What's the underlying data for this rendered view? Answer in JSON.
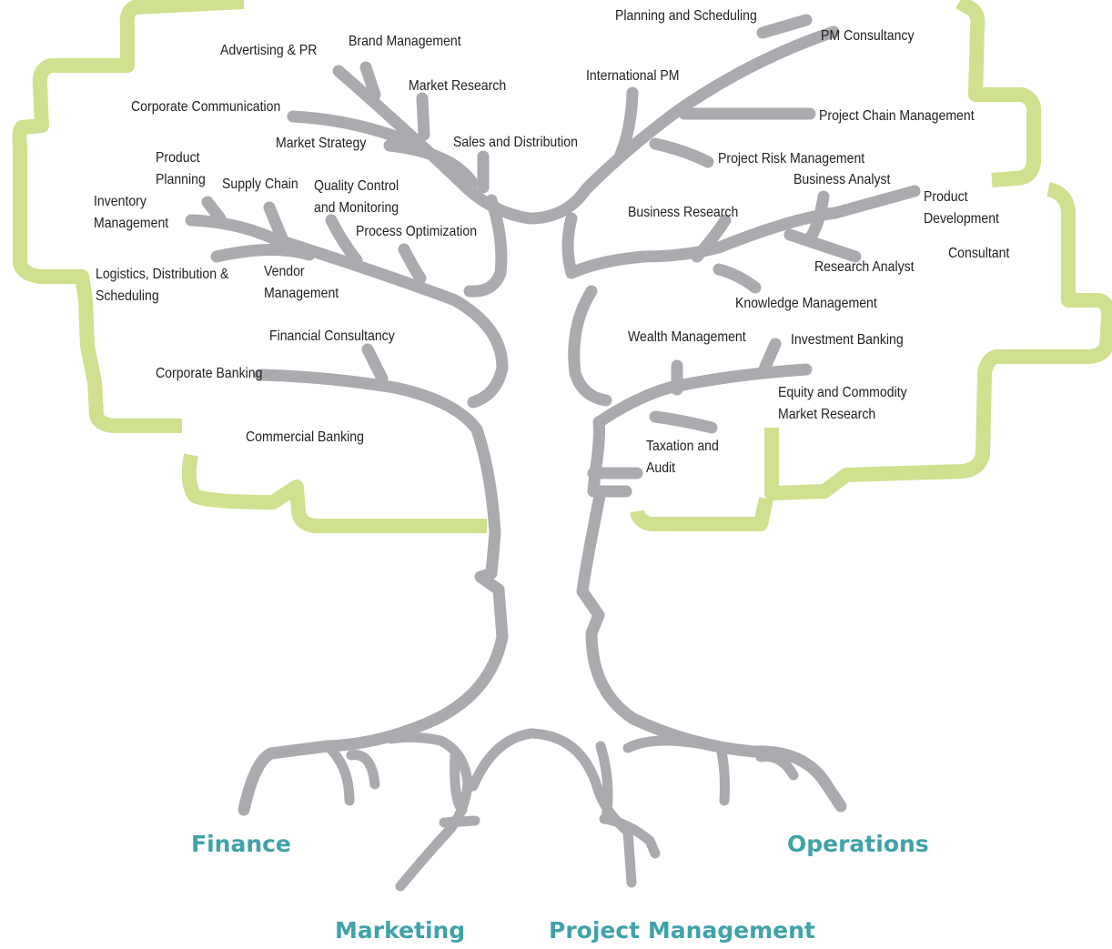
{
  "colors": {
    "crown": "#cfe08f",
    "branches": "#a9abae",
    "domain_text": "#3fa3a8",
    "label_text": "#222222"
  },
  "labels": {
    "planning_scheduling": "Planning and Scheduling",
    "pm_consultancy": "PM Consultancy",
    "advertising_pr": "Advertising & PR",
    "brand_management": "Brand Management",
    "international_pm": "International PM",
    "market_research": "Market Research",
    "corporate_communication": "Corporate Communication",
    "project_chain_management": "Project Chain Management",
    "market_strategy": "Market Strategy",
    "sales_distribution": "Sales and Distribution",
    "project_risk_management": "Project Risk Management",
    "product_planning": "Product\nPlanning",
    "business_analyst": "Business Analyst",
    "supply_chain": "Supply Chain",
    "quality_control": "Quality Control\nand Monitoring",
    "inventory_management": "Inventory\nManagement",
    "product_development": "Product\nDevelopment",
    "business_research": "Business Research",
    "process_optimization": "Process Optimization",
    "consultant": "Consultant",
    "logistics": "Logistics, Distribution &\nScheduling",
    "vendor_management": "Vendor\nManagement",
    "research_analyst": "Research Analyst",
    "knowledge_management": "Knowledge Management",
    "financial_consultancy": "Financial Consultancy",
    "wealth_management": "Wealth Management",
    "investment_banking": "Investment Banking",
    "corporate_banking": "Corporate Banking",
    "equity_commodity": "Equity and Commodity\nMarket Research",
    "commercial_banking": "Commercial Banking",
    "taxation_audit": "Taxation and\nAudit"
  },
  "domains": {
    "finance": "Finance",
    "operations": "Operations",
    "marketing": "Marketing",
    "project_management": "Project Management"
  }
}
